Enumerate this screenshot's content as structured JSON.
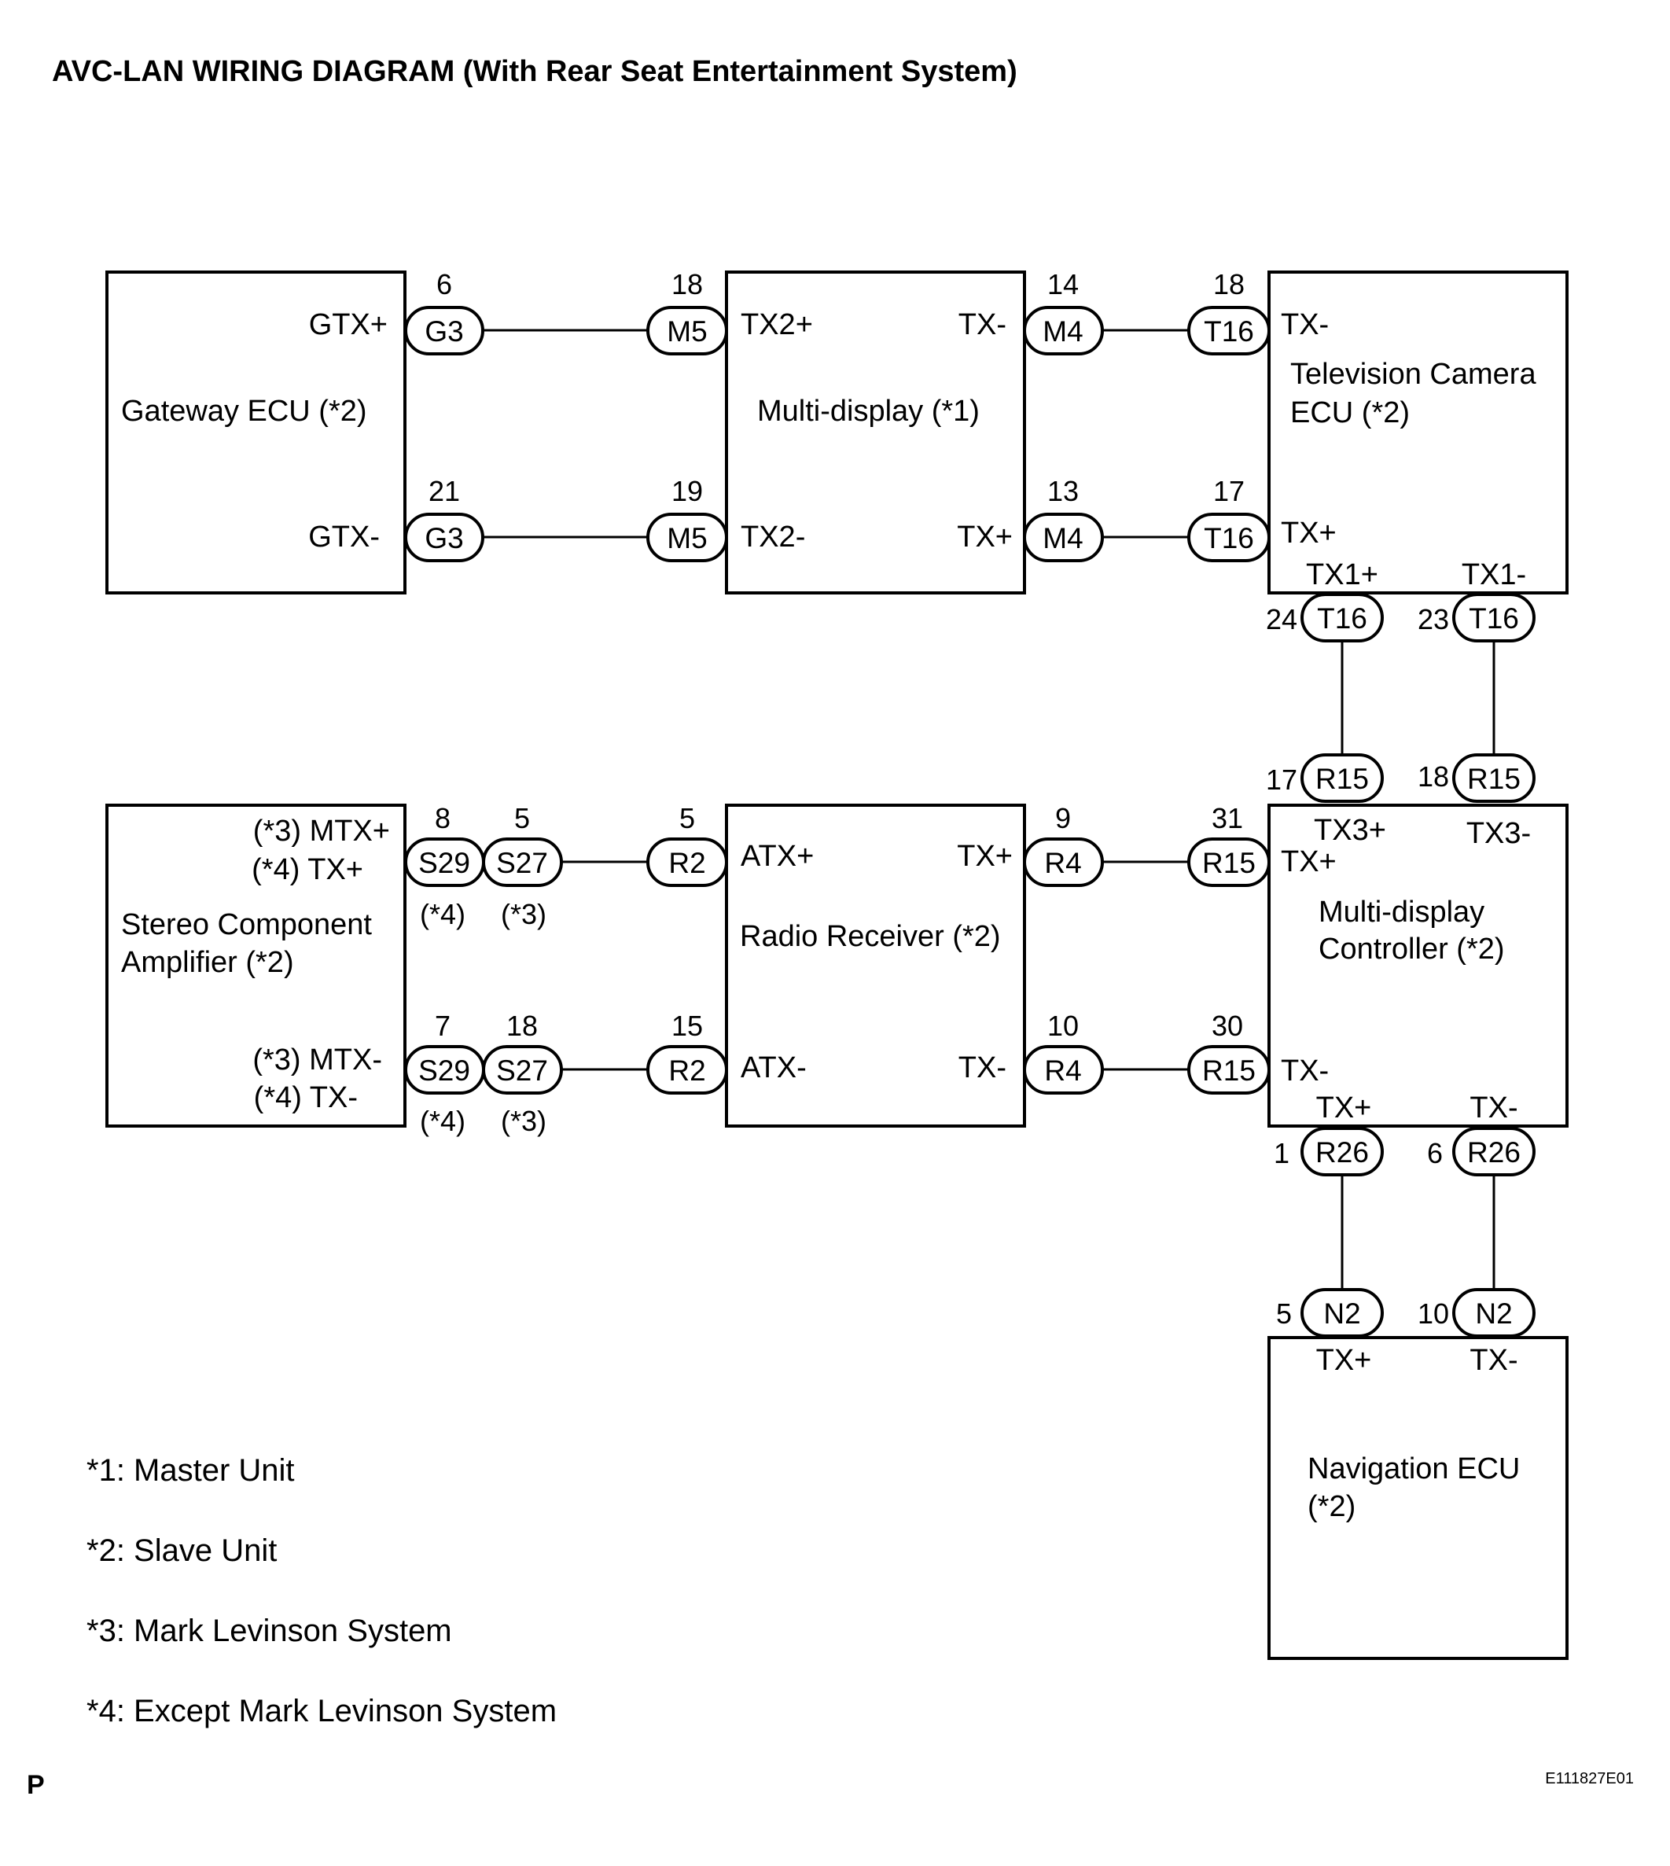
{
  "title": "AVC-LAN WIRING DIAGRAM (With Rear Seat Entertainment System)",
  "components": {
    "gateway": {
      "line1": "Gateway ECU (*2)",
      "pin_top": "GTX+",
      "pin_bottom": "GTX-"
    },
    "multi_display": {
      "line1": "Multi-display (*1)",
      "pin_tl": "TX2+",
      "pin_bl": "TX2-",
      "pin_tr": "TX-",
      "pin_br": "TX+"
    },
    "tv_camera": {
      "line1": "Television Camera",
      "line2": "ECU (*2)",
      "pin_tl": "TX-",
      "pin_bl": "TX+",
      "pin_b1": "TX1+",
      "pin_b2": "TX1-"
    },
    "stereo": {
      "line1": "Stereo Component",
      "line2": "Amplifier (*2)",
      "pin_t1": "(*3) MTX+",
      "pin_t2": "(*4) TX+",
      "pin_b1": "(*3) MTX-",
      "pin_b2": "(*4) TX-"
    },
    "radio": {
      "line1": "Radio Receiver (*2)",
      "pin_tl": "ATX+",
      "pin_bl": "ATX-",
      "pin_tr": "TX+",
      "pin_br": "TX-"
    },
    "md_controller": {
      "line1": "Multi-display",
      "line2": "Controller (*2)",
      "pin_t1": "TX3+",
      "pin_t2": "TX3-",
      "pin_tl": "TX+",
      "pin_bl": "TX-",
      "pin_b1": "TX+",
      "pin_b2": "TX-"
    },
    "nav": {
      "line1": "Navigation ECU",
      "line2": "(*2)",
      "pin_t1": "TX+",
      "pin_t2": "TX-"
    }
  },
  "connectors": {
    "g3_top": {
      "id": "G3",
      "pin": "6"
    },
    "g3_bot": {
      "id": "G3",
      "pin": "21"
    },
    "m5_top": {
      "id": "M5",
      "pin": "18"
    },
    "m5_bot": {
      "id": "M5",
      "pin": "19"
    },
    "m4_top": {
      "id": "M4",
      "pin": "14"
    },
    "m4_bot": {
      "id": "M4",
      "pin": "13"
    },
    "t16_top": {
      "id": "T16",
      "pin": "18"
    },
    "t16_bot": {
      "id": "T16",
      "pin": "17"
    },
    "t16_b1": {
      "id": "T16",
      "pin": "24"
    },
    "t16_b2": {
      "id": "T16",
      "pin": "23"
    },
    "r15_t1": {
      "id": "R15",
      "pin": "17"
    },
    "r15_t2": {
      "id": "R15",
      "pin": "18"
    },
    "s29_top": {
      "id": "S29",
      "pin": "8",
      "note": "(*4)"
    },
    "s27_top": {
      "id": "S27",
      "pin": "5",
      "note": "(*3)"
    },
    "s29_bot": {
      "id": "S29",
      "pin": "7",
      "note": "(*4)"
    },
    "s27_bot": {
      "id": "S27",
      "pin": "18",
      "note": "(*3)"
    },
    "r2_top": {
      "id": "R2",
      "pin": "5"
    },
    "r2_bot": {
      "id": "R2",
      "pin": "15"
    },
    "r4_top": {
      "id": "R4",
      "pin": "9"
    },
    "r4_bot": {
      "id": "R4",
      "pin": "10"
    },
    "r15_top": {
      "id": "R15",
      "pin": "31"
    },
    "r15_bot": {
      "id": "R15",
      "pin": "30"
    },
    "r26_1": {
      "id": "R26",
      "pin": "1"
    },
    "r26_2": {
      "id": "R26",
      "pin": "6"
    },
    "n2_1": {
      "id": "N2",
      "pin": "5"
    },
    "n2_2": {
      "id": "N2",
      "pin": "10"
    }
  },
  "notes": [
    "*1: Master Unit",
    "*2: Slave Unit",
    "*3: Mark Levinson System",
    "*4: Except Mark Levinson System"
  ],
  "corner_letter": "P",
  "figure_code": "E111827E01"
}
